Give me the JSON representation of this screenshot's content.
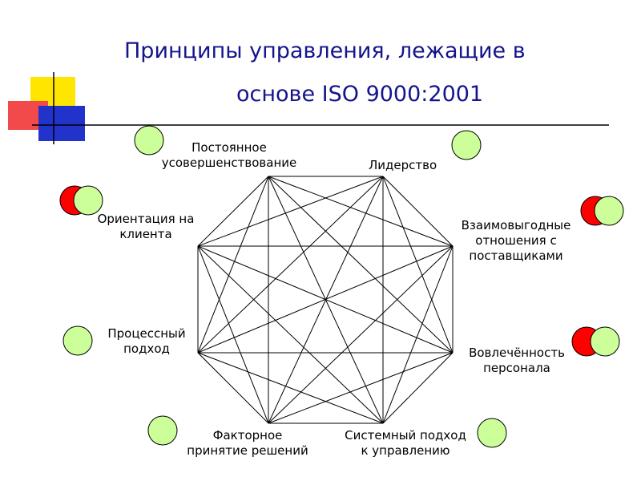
{
  "title": {
    "line1": "Принципы управления, лежащие в",
    "line2": "основе ISO 9000:2001"
  },
  "colors": {
    "title": "#14148c",
    "edges": "#000000",
    "circle_green": "#ccff99",
    "circle_red": "#ff0000",
    "deco_yellow": "#ffe600",
    "deco_red": "#f24a4a",
    "deco_blue": "#2233cc"
  },
  "principles": [
    {
      "id": "improvement",
      "line1": "Постоянное",
      "line2": "усовершенствование"
    },
    {
      "id": "leadership",
      "line1": "Лидерство",
      "line2": ""
    },
    {
      "id": "suppliers",
      "line1": "Взаимовыгодные",
      "line2": "отношения с",
      "line3": "поставщиками"
    },
    {
      "id": "involvement",
      "line1": "Вовлечённость",
      "line2": "персонала"
    },
    {
      "id": "system",
      "line1": "Системный подход",
      "line2": "к управлению"
    },
    {
      "id": "facts",
      "line1": "Факторное",
      "line2": "принятие решений"
    },
    {
      "id": "process",
      "line1": "Процессный",
      "line2": "подход"
    },
    {
      "id": "customer",
      "line1": "Ориентация на",
      "line2": "клиента"
    }
  ]
}
